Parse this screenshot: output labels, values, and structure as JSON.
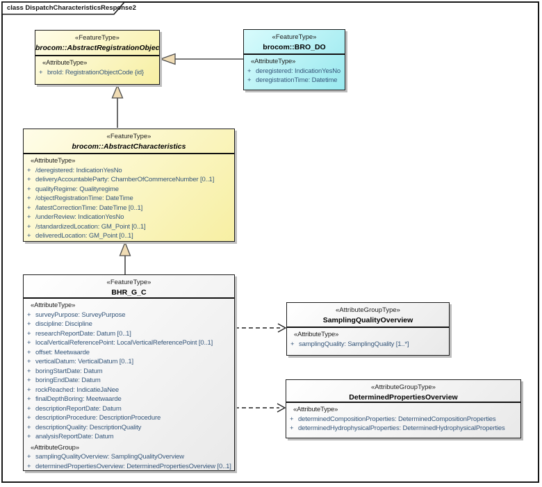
{
  "frame": {
    "label": "class DispatchCharacteristicsResponse2"
  },
  "colors": {
    "class_yellow": "#F7EFA3",
    "class_cyan": "#99E9EF",
    "class_white": "#E9E9E9",
    "arrowhead_fill": "#F0DCB4",
    "attribute_text": "#35567A",
    "shadow": "#BDBDBD"
  },
  "classes": {
    "abstract_registration_object": {
      "stereotype": "«FeatureType»",
      "name": "brocom::AbstractRegistrationObject",
      "lines": [
        {
          "kind": "label",
          "text": "«AttributeType»"
        },
        {
          "kind": "attr",
          "vis": "+",
          "text": "broId: RegistrationObjectCode {id}"
        }
      ]
    },
    "bro_do": {
      "stereotype": "«FeatureType»",
      "name": "brocom::BRO_DO",
      "lines": [
        {
          "kind": "label",
          "text": "«AttributeType»"
        },
        {
          "kind": "attr",
          "vis": "+",
          "text": "deregistered: IndicationYesNo"
        },
        {
          "kind": "attr",
          "vis": "+",
          "text": "deregistrationTime: Datetime"
        }
      ]
    },
    "abstract_characteristics": {
      "stereotype": "«FeatureType»",
      "name": "brocom::AbstractCharacteristics",
      "lines": [
        {
          "kind": "label",
          "text": "«AttributeType»"
        },
        {
          "kind": "attr",
          "vis": "+",
          "text": "/deregistered: IndicationYesNo"
        },
        {
          "kind": "attr",
          "vis": "+",
          "text": "deliveryAccountableParty: ChamberOfCommerceNumber [0..1]"
        },
        {
          "kind": "attr",
          "vis": "+",
          "text": "qualityRegime: Qualityregime"
        },
        {
          "kind": "attr",
          "vis": "+",
          "text": "/objectRegistrationTime: DateTime"
        },
        {
          "kind": "attr",
          "vis": "+",
          "text": "/latestCorrectionTime: DateTime [0..1]"
        },
        {
          "kind": "attr",
          "vis": "+",
          "text": "/underReview: IndicationYesNo"
        },
        {
          "kind": "attr",
          "vis": "+",
          "text": "/standardizedLocation: GM_Point [0..1]"
        },
        {
          "kind": "attr",
          "vis": "+",
          "text": "deliveredLocation: GM_Point [0..1]"
        }
      ]
    },
    "bhr_g_c": {
      "stereotype": "«FeatureType»",
      "name": "BHR_G_C",
      "lines": [
        {
          "kind": "label",
          "text": "«AttributeType»"
        },
        {
          "kind": "attr",
          "vis": "+",
          "text": "surveyPurpose: SurveyPurpose"
        },
        {
          "kind": "attr",
          "vis": "+",
          "text": "discipline: Discipline"
        },
        {
          "kind": "attr",
          "vis": "+",
          "text": "researchReportDate: Datum [0..1]"
        },
        {
          "kind": "attr",
          "vis": "+",
          "text": "localVerticalReferencePoint: LocalVerticalReferencePoint [0..1]"
        },
        {
          "kind": "attr",
          "vis": "+",
          "text": "offset: Meetwaarde"
        },
        {
          "kind": "attr",
          "vis": "+",
          "text": "verticalDatum: VerticalDatum [0..1]"
        },
        {
          "kind": "attr",
          "vis": "+",
          "text": "boringStartDate: Datum"
        },
        {
          "kind": "attr",
          "vis": "+",
          "text": "boringEndDate: Datum"
        },
        {
          "kind": "attr",
          "vis": "+",
          "text": "rockReached: IndicatieJaNee"
        },
        {
          "kind": "attr",
          "vis": "+",
          "text": "finalDepthBoring: Meetwaarde"
        },
        {
          "kind": "attr",
          "vis": "+",
          "text": "descriptionReportDate: Datum"
        },
        {
          "kind": "attr",
          "vis": "+",
          "text": "descriptionProcedure: DescriptionProcedure"
        },
        {
          "kind": "attr",
          "vis": "+",
          "text": "descriptionQuality: DescriptionQuality"
        },
        {
          "kind": "attr",
          "vis": "+",
          "text": "analysisReportDate: Datum"
        },
        {
          "kind": "label",
          "text": "«AttributeGroup»"
        },
        {
          "kind": "attr",
          "vis": "+",
          "text": "samplingQualityOverview: SamplingQualityOverview"
        },
        {
          "kind": "attr",
          "vis": "+",
          "text": "determinedPropertiesOverview: DeterminedPropertiesOverview [0..1]"
        }
      ]
    },
    "sampling_quality_overview": {
      "stereotype": "«AttributeGroupType»",
      "name": "SamplingQualityOverview",
      "lines": [
        {
          "kind": "label",
          "text": "«AttributeType»"
        },
        {
          "kind": "attr",
          "vis": "+",
          "text": "samplingQuality: SamplingQuality [1..*]"
        }
      ]
    },
    "determined_properties_overview": {
      "stereotype": "«AttributeGroupType»",
      "name": "DeterminedPropertiesOverview",
      "lines": [
        {
          "kind": "label",
          "text": "«AttributeType»"
        },
        {
          "kind": "attr",
          "vis": "+",
          "text": "determinedCompositionProperties: DeterminedCompositionProperties"
        },
        {
          "kind": "attr",
          "vis": "+",
          "text": "determinedHydrophysicalProperties: DeterminedHydrophysicalProperties"
        }
      ]
    }
  },
  "connectors": [
    {
      "type": "generalization",
      "from": "brocom::BRO_DO",
      "to": "brocom::AbstractRegistrationObject"
    },
    {
      "type": "generalization",
      "from": "brocom::AbstractCharacteristics",
      "to": "brocom::AbstractRegistrationObject"
    },
    {
      "type": "generalization",
      "from": "BHR_G_C",
      "to": "brocom::AbstractCharacteristics"
    },
    {
      "type": "dependency",
      "from": "BHR_G_C",
      "to": "SamplingQualityOverview"
    },
    {
      "type": "dependency",
      "from": "BHR_G_C",
      "to": "DeterminedPropertiesOverview"
    }
  ]
}
